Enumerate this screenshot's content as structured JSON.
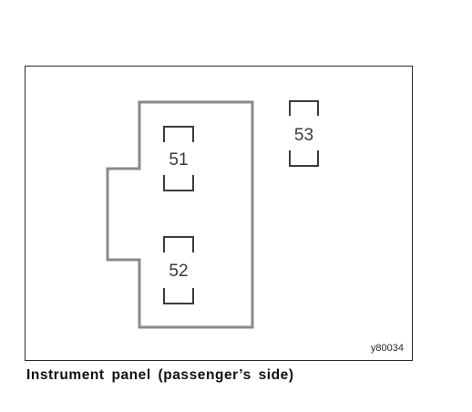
{
  "figure": {
    "fuses": [
      {
        "number": "51"
      },
      {
        "number": "52"
      },
      {
        "number": "53"
      }
    ],
    "reference_code": "y80034",
    "caption": "Instrument panel (passenger’s side)"
  }
}
